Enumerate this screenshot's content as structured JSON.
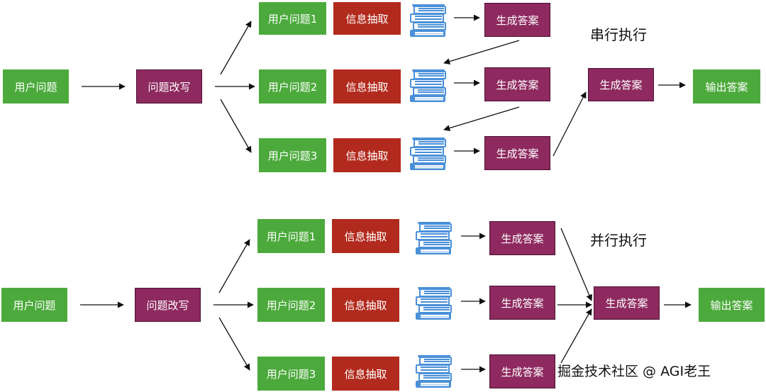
{
  "nodes": {
    "user_question": "用户问题",
    "rewrite": "问题改写",
    "q1": "用户问题1",
    "q2": "用户问题2",
    "q3": "用户问题3",
    "extract": "信息抽取",
    "generate": "生成答案",
    "output": "输出答案"
  },
  "labels": {
    "serial": "串行执行",
    "parallel": "并行执行"
  },
  "watermark": "掘金技术社区 @ AGI老王",
  "colors": {
    "green": "#4caa3c",
    "purple": "#8e2a60",
    "red": "#b22a1d",
    "book": "#4a90d9"
  },
  "icons": {
    "knowledge_base": "book-stack-icon"
  }
}
